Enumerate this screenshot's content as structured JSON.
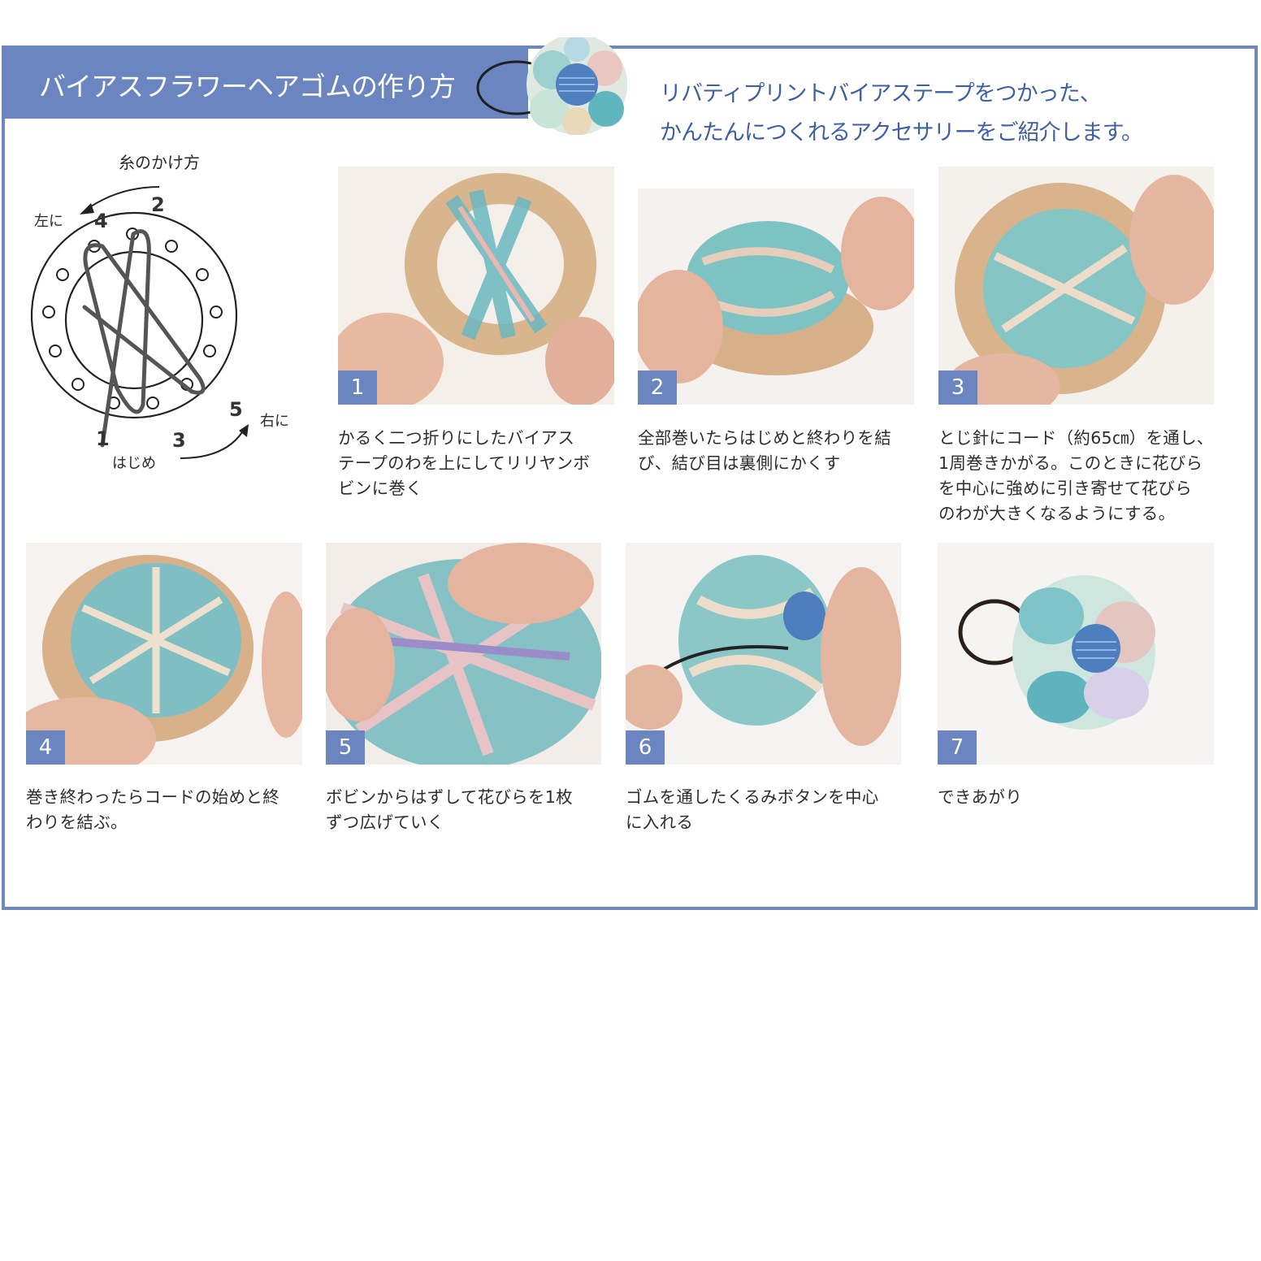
{
  "header": {
    "title": "バイアスフラワーヘアゴムの作り方",
    "subtitle_line1": "リバティプリントバイアステープをつかった、",
    "subtitle_line2": "かんたんにつくれるアクセサリーをご紹介します。",
    "hero_image": "finished-flower-hair-tie-photo"
  },
  "diagram": {
    "title": "糸のかけ方",
    "left_label": "左に",
    "right_label": "右に",
    "start_label": "はじめ",
    "peg_numbers": [
      "1",
      "2",
      "3",
      "4",
      "5"
    ]
  },
  "steps": [
    {
      "number": "1",
      "image": "wrapping-tape-on-loom-photo",
      "caption": [
        "かるく二つ折りにしたバイアス",
        "テープのわを上にしてリリヤンボ",
        "ビンに巻く"
      ]
    },
    {
      "number": "2",
      "image": "tying-ends-photo",
      "caption": [
        "全部巻いたらはじめと終わりを結",
        "び、結び目は裏側にかくす"
      ]
    },
    {
      "number": "3",
      "image": "stitching-with-needle-photo",
      "caption": [
        "とじ針にコード（約65㎝）を通し、",
        "1周巻きかがる。このときに花びら",
        "を中心に強めに引き寄せて花びら",
        "のわが大きくなるようにする。"
      ]
    },
    {
      "number": "4",
      "image": "tying-cord-photo",
      "caption": [
        "巻き終わったらコードの始めと終",
        "わりを結ぶ。"
      ]
    },
    {
      "number": "5",
      "image": "spreading-petals-photo",
      "caption": [
        "ボビンからはずして花びらを1枚",
        "ずつ広げていく"
      ]
    },
    {
      "number": "6",
      "image": "inserting-button-photo",
      "caption": [
        "ゴムを通したくるみボタンを中心",
        "に入れる"
      ]
    },
    {
      "number": "7",
      "image": "finished-product-photo",
      "caption": [
        "できあがり"
      ]
    }
  ],
  "colors": {
    "accent": "#6a85c0",
    "frame": "#6f86bf",
    "subtitle": "#3f5fa3",
    "text": "#2d2d2d"
  }
}
